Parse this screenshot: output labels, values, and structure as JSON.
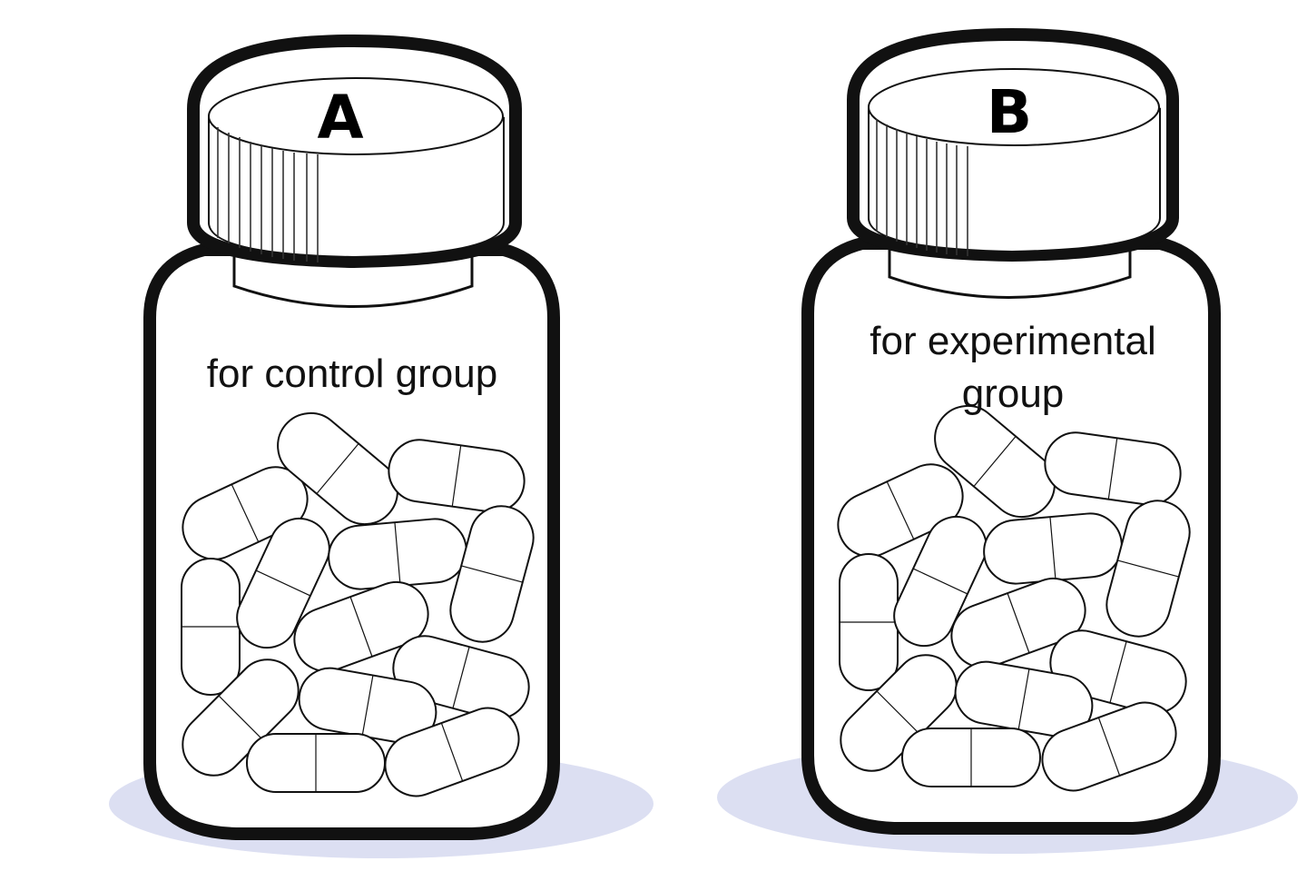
{
  "bottles": [
    {
      "cap_label": "A",
      "body_label": [
        "for control group"
      ]
    },
    {
      "cap_label": "B",
      "body_label": [
        "for experimental",
        "group"
      ]
    }
  ],
  "colors": {
    "outline": "#111111",
    "shadow": "#dcdff2",
    "background": "#ffffff"
  }
}
